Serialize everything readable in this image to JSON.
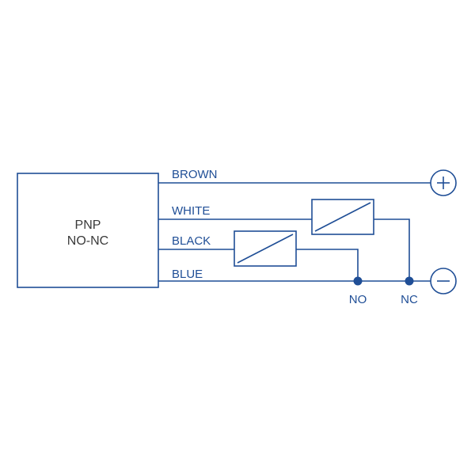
{
  "sensor": {
    "type_label": "PNP",
    "mode_label": "NO-NC"
  },
  "wires": {
    "brown": "BROWN",
    "white": "WHITE",
    "black": "BLACK",
    "blue": "BLUE"
  },
  "terminals": {
    "plus_symbol": "+",
    "minus_symbol": "−",
    "no_label": "NO",
    "nc_label": "NC"
  },
  "icons": {
    "plus_terminal": "plus-circle-icon",
    "minus_terminal": "minus-circle-icon",
    "load": "load-resistor-icon"
  },
  "colors": {
    "line": "#1f4e96",
    "sensor_text": "#3a3a3a"
  }
}
